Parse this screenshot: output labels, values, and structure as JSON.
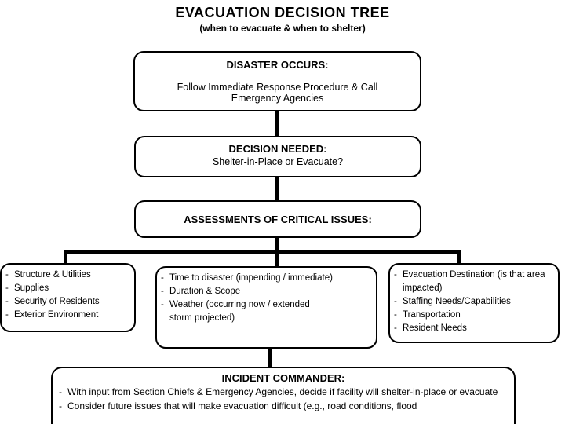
{
  "title": "EVACUATION DECISION TREE",
  "subtitle": "(when to evacuate & when to shelter)",
  "bullet": "-",
  "colors": {
    "background": "#ffffff",
    "text": "#000000",
    "line": "#000000"
  },
  "nodes": {
    "disaster": {
      "heading": "DISASTER OCCURS:",
      "body": "Follow Immediate Response Procedure & Call Emergency Agencies"
    },
    "decision": {
      "heading": "DECISION NEEDED:",
      "body": "Shelter-in-Place or Evacuate?"
    },
    "assessments": {
      "heading": "ASSESSMENTS OF CRITICAL ISSUES:"
    },
    "branch_structure": {
      "items": [
        "Structure & Utilities",
        "Supplies",
        "Security of Residents",
        "Exterior Environment"
      ]
    },
    "branch_timing": {
      "items": [
        "Time to disaster (impending / immediate)",
        "Duration & Scope",
        "Weather (occurring now / extended storm projected)"
      ]
    },
    "branch_evacuation": {
      "items": [
        "Evacuation Destination (is that area impacted)",
        "Staffing Needs/Capabilities",
        "Transportation",
        "Resident Needs"
      ]
    },
    "commander": {
      "heading": "INCIDENT COMMANDER:",
      "items": [
        "With input from Section Chiefs & Emergency Agencies, decide if facility will shelter-in-place or evacuate",
        "Consider future issues that will make evacuation difficult (e.g., road conditions, flood"
      ]
    }
  }
}
